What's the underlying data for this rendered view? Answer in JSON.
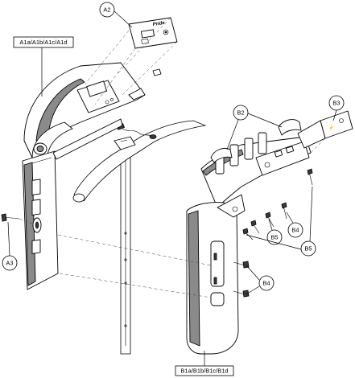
{
  "callouts": {
    "a2": "A2",
    "a3": "A3",
    "b2": "B2",
    "b3": "B3",
    "b4_upper": "B4",
    "b4_lower": "B4",
    "b5_left": "B5",
    "b5_bottom": "B5"
  },
  "labels": {
    "a_group": "A1a/A1b/A1c/A1d",
    "b_group": "B1a/B1b/B1c/B1d"
  },
  "logo": "Pride"
}
